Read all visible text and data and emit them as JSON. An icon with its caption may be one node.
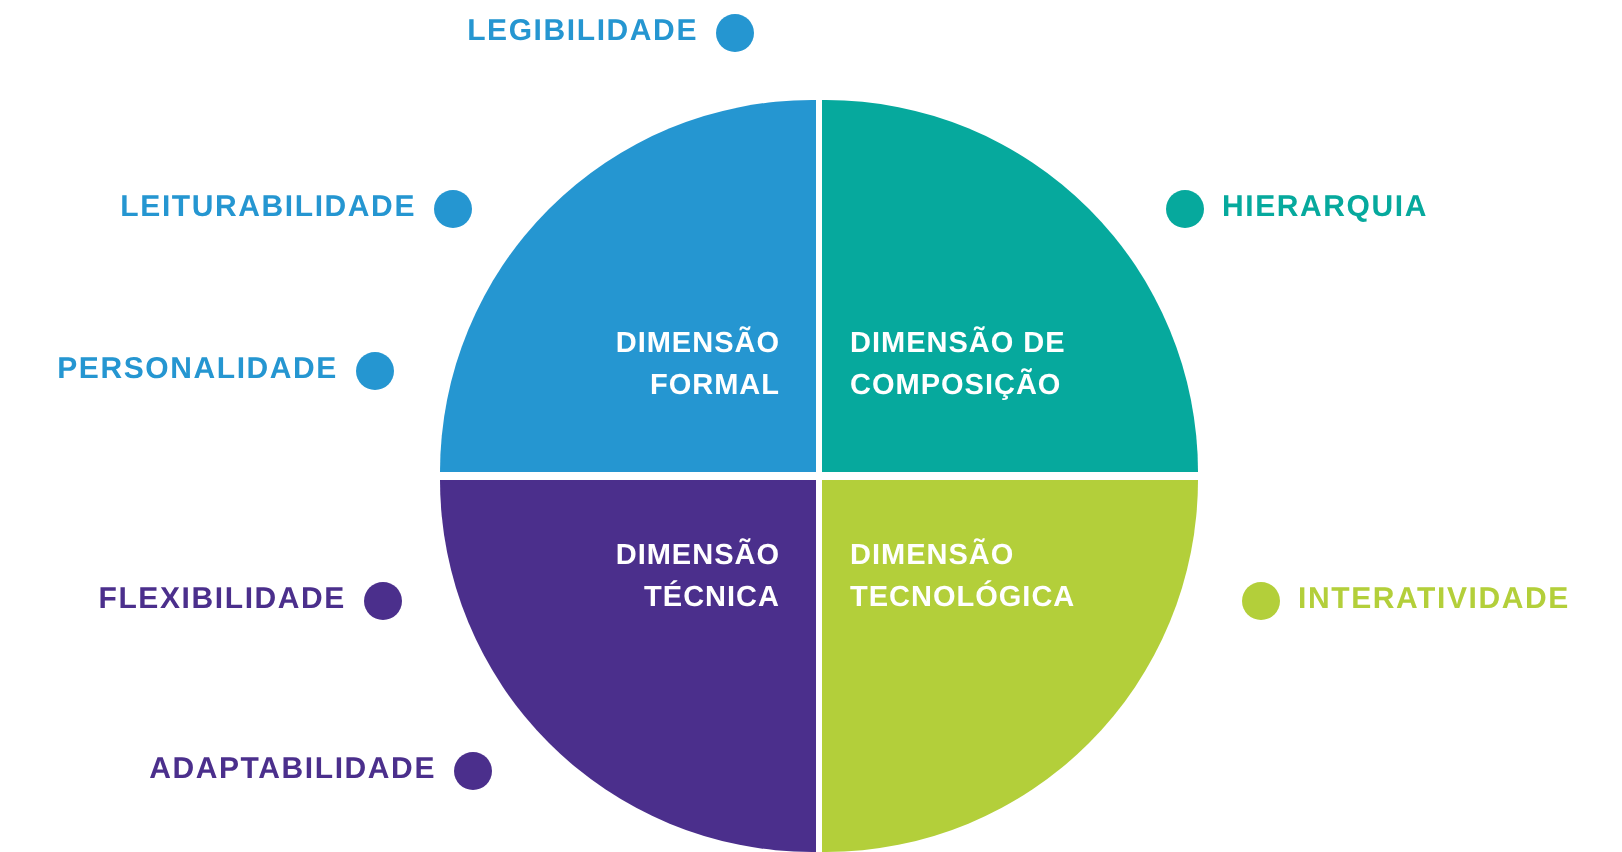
{
  "diagram": {
    "nodes": [
      {
        "text": [
          "DIMENSÃO FORMAL"
        ]
      },
      {
        "text": [
          "DIMENSÃO DE COMPOSIÇÃO"
        ]
      },
      {
        "text": [
          "DIMENSÃO TÉCNICA"
        ]
      },
      {
        "text": [
          "DIMENSÃO TECNOLÓGICA"
        ]
      }
    ],
    "edges": [],
    "labels": [
      "LEGIBILIDADE",
      "LEITURABILIDADE",
      "HIERARQUIA",
      "PERSONALIDADE",
      "FLEXIBILIDADE",
      "INTERATIVIDADE",
      "ADAPTABILIDADE"
    ]
  }
}
